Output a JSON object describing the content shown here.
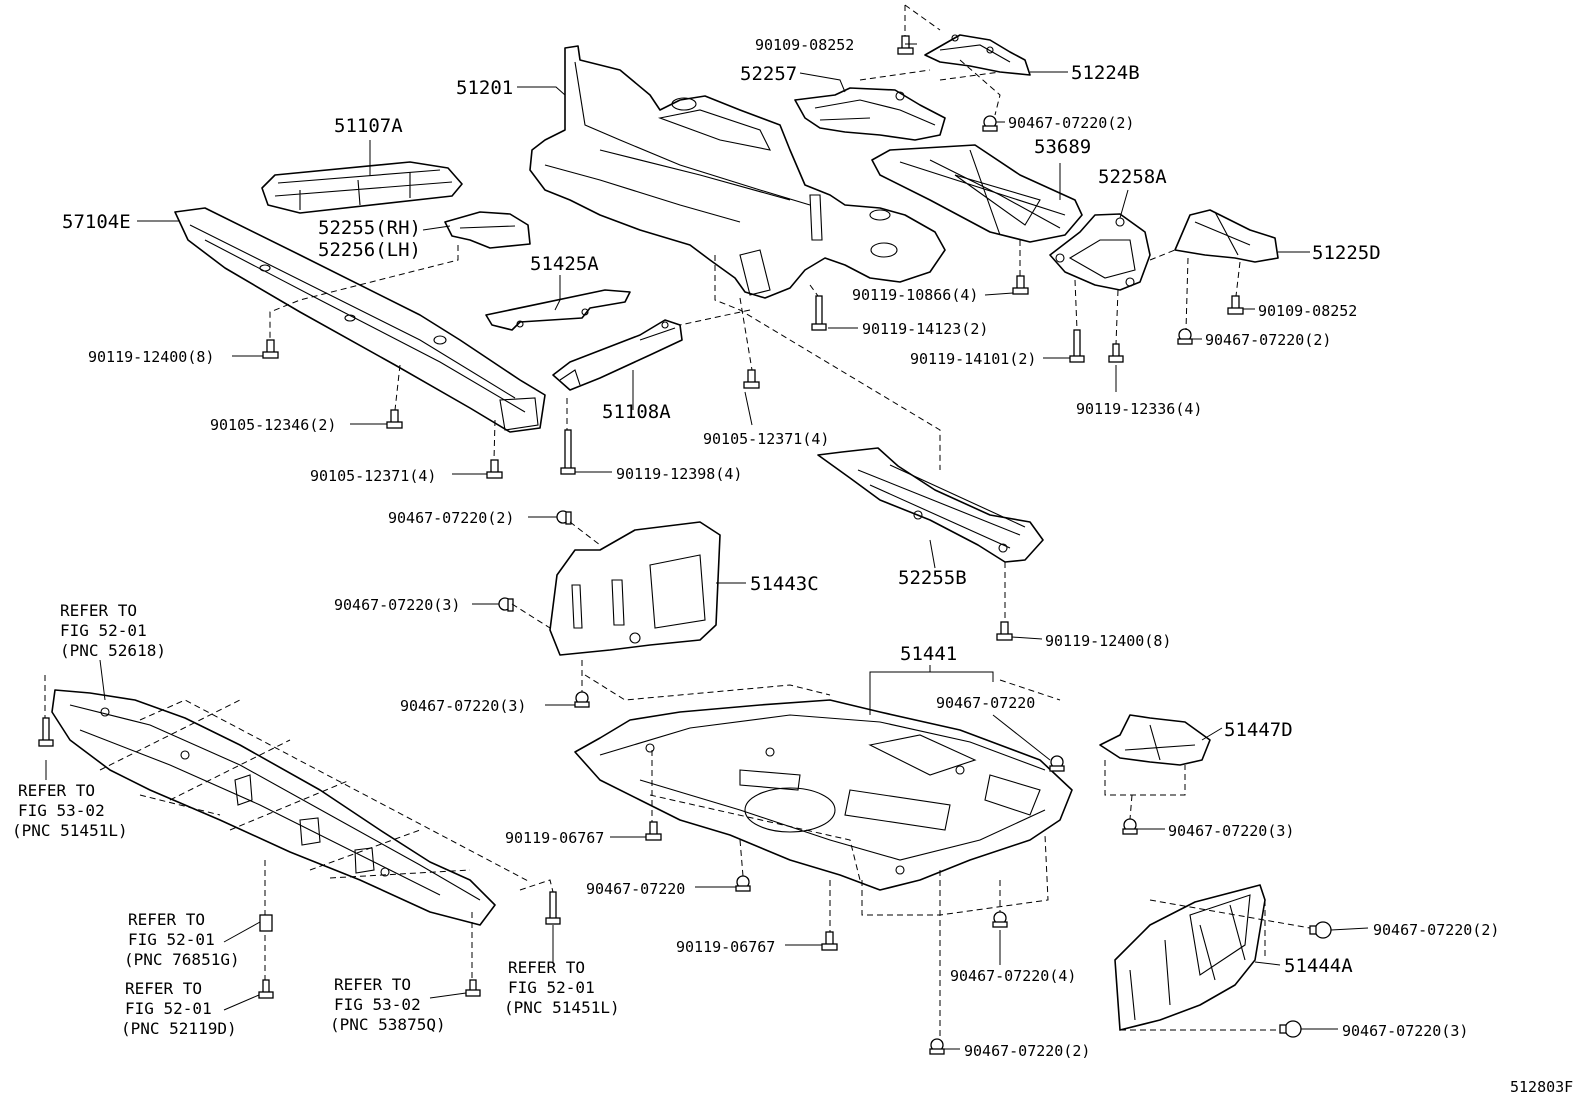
{
  "diagram_id": "512803F",
  "parts": {
    "p51201": "51201",
    "p51107A": "51107A",
    "p57104E": "57104E",
    "p52255_rh": "52255(RH)",
    "p52256_lh": "52256(LH)",
    "p51425A": "51425A",
    "p51108A": "51108A",
    "p52257": "52257",
    "p51224B": "51224B",
    "p53689": "53689",
    "p52258A": "52258A",
    "p51225D": "51225D",
    "p52255B": "52255B",
    "p51443C": "51443C",
    "p51441": "51441",
    "p51447D": "51447D",
    "p51444A": "51444A"
  },
  "fasteners": {
    "f_90109_08252_top": "90109-08252",
    "f_90467_07220_2_a": "90467-07220(2)",
    "f_90119_10866_4": "90119-10866(4)",
    "f_90119_14123_2": "90119-14123(2)",
    "f_90119_14101_2": "90119-14101(2)",
    "f_90119_12336_4": "90119-12336(4)",
    "f_90109_08252_right": "90109-08252",
    "f_90467_07220_2_b": "90467-07220(2)",
    "f_90119_12400_8_left": "90119-12400(8)",
    "f_90105_12346_2": "90105-12346(2)",
    "f_90105_12371_4_a": "90105-12371(4)",
    "f_90105_12371_4_b": "90105-12371(4)",
    "f_90119_12398_4": "90119-12398(4)",
    "f_90467_07220_2_c": "90467-07220(2)",
    "f_90467_07220_3_a": "90467-07220(3)",
    "f_90119_12400_8_right": "90119-12400(8)",
    "f_90467_07220_3_b": "90467-07220(3)",
    "f_90467_07220_a": "90467-07220",
    "f_90119_06767_a": "90119-06767",
    "f_90467_07220_b": "90467-07220",
    "f_90119_06767_b": "90119-06767",
    "f_90467_07220_4": "90467-07220(4)",
    "f_90467_07220_3_c": "90467-07220(3)",
    "f_90467_07220_2_d": "90467-07220(2)",
    "f_90467_07220_3_d": "90467-07220(3)",
    "f_90467_07220_2_e": "90467-07220(2)"
  },
  "references": {
    "ref1": {
      "line1": "REFER TO",
      "line2": "FIG 52-01",
      "line3": "(PNC 52618)"
    },
    "ref2": {
      "line1": "REFER TO",
      "line2": "FIG 53-02",
      "line3": "(PNC 51451L)"
    },
    "ref3": {
      "line1": "REFER TO",
      "line2": "FIG 52-01",
      "line3": "(PNC 76851G)"
    },
    "ref4": {
      "line1": "REFER TO",
      "line2": "FIG 52-01",
      "line3": "(PNC 52119D)"
    },
    "ref5": {
      "line1": "REFER TO",
      "line2": "FIG 53-02",
      "line3": "(PNC 53875Q)"
    },
    "ref6": {
      "line1": "REFER TO",
      "line2": "FIG 52-01",
      "line3": "(PNC 51451L)"
    }
  }
}
